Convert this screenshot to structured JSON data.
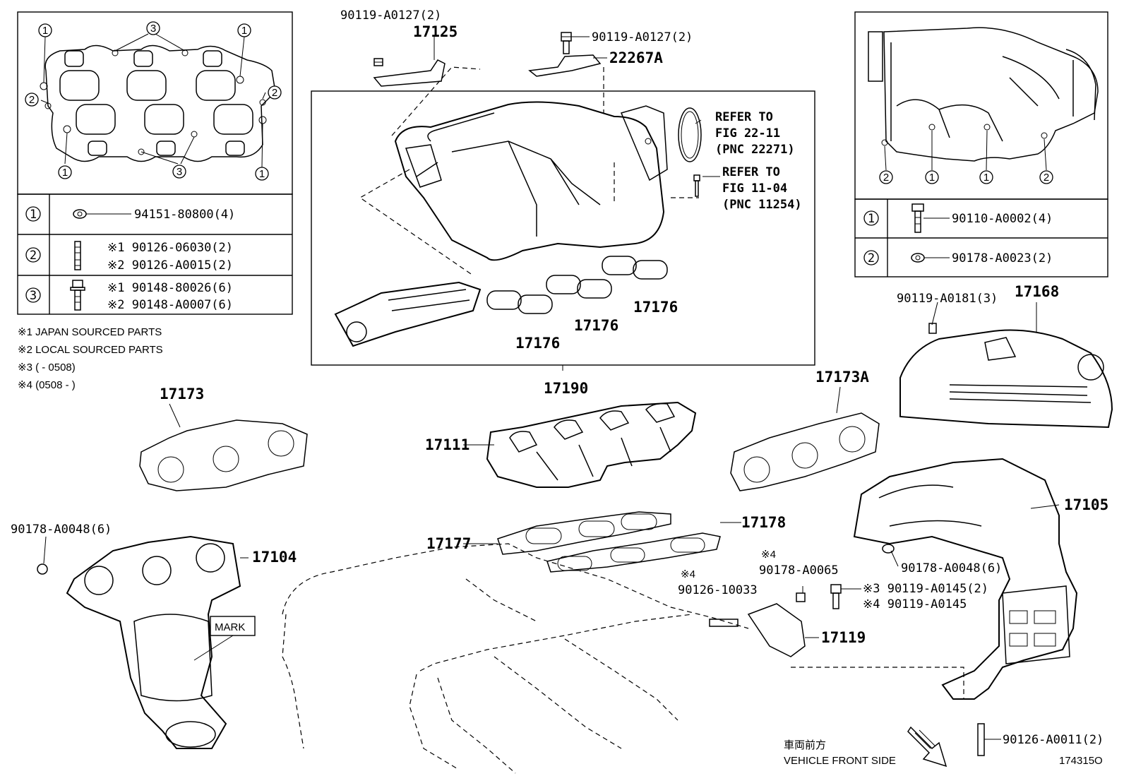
{
  "left_legend": {
    "rows": [
      {
        "num": "1",
        "lines": [
          "94151-80800(4)"
        ]
      },
      {
        "num": "2",
        "lines": [
          "※1 90126-06030(2)",
          "※2 90126-A0015(2)"
        ]
      },
      {
        "num": "3",
        "lines": [
          "※1 90148-80026(6)",
          "※2 90148-A0007(6)"
        ]
      }
    ]
  },
  "right_legend": {
    "rows": [
      {
        "num": "1",
        "lines": [
          "90110-A0002(4)"
        ]
      },
      {
        "num": "2",
        "lines": [
          "90178-A0023(2)"
        ]
      }
    ]
  },
  "footnotes": [
    "※1 JAPAN SOURCED PARTS",
    "※2 LOCAL SOURCED PARTS",
    "※3 (       - 0508)",
    "※4 (0508 -       )"
  ],
  "callouts": {
    "c_90119_a": "90119-A0127(2)",
    "c_17125": "17125",
    "c_90119_b": "90119-A0127(2)",
    "c_22267a": "22267A",
    "c_refer1_a": "REFER TO",
    "c_refer1_b": "FIG 22-11",
    "c_refer1_c": "(PNC 22271)",
    "c_refer2_a": "REFER TO",
    "c_refer2_b": "FIG 11-04",
    "c_refer2_c": "(PNC 11254)",
    "c_17176_a": "17176",
    "c_17176_b": "17176",
    "c_17176_c": "17176",
    "c_17190": "17190",
    "c_17173": "17173",
    "c_17111": "17111",
    "c_17173a": "17173A",
    "c_90119_a0181": "90119-A0181(3)",
    "c_17168": "17168",
    "c_17105": "17105",
    "c_90178_a0048_l": "90178-A0048(6)",
    "c_17104": "17104",
    "c_17177": "17177",
    "c_17178": "17178",
    "c_mark": "MARK",
    "c_note4a": "※4",
    "c_90178_a0065": "90178-A0065",
    "c_note4b": "※4",
    "c_90126_10033": "90126-10033",
    "c_90178_a0048_r": "90178-A0048(6)",
    "c_90119_a0145_3": "※3 90119-A0145(2)",
    "c_90119_a0145_4": "※4 90119-A0145",
    "c_17119": "17119",
    "c_90126_a0011": "90126-A0011(2)",
    "c_front_jp": "車両前方",
    "c_front_en": "VEHICLE FRONT SIDE",
    "c_figno": "174315O"
  },
  "marker_labels": {
    "tl_1a": "1",
    "tl_1b": "1",
    "tl_1c": "1",
    "tl_1d": "1",
    "tl_2a": "2",
    "tl_2b": "2",
    "tl_3a": "3",
    "tl_3b": "3",
    "tr_2a": "2",
    "tr_1a": "1",
    "tr_1b": "1",
    "tr_2b": "2"
  }
}
